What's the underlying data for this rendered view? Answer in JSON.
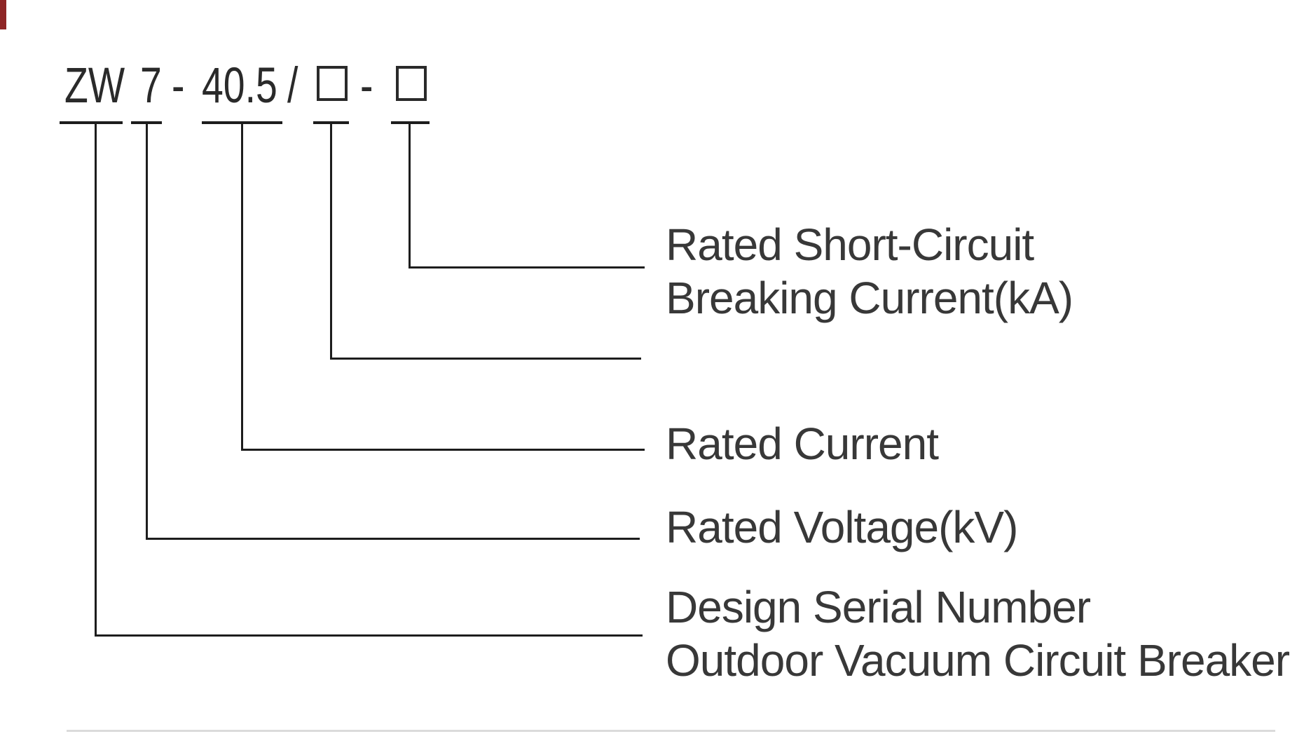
{
  "page": {
    "kind": "model-designation-diagram",
    "background": "#ffffff"
  },
  "colors": {
    "line": "#1d1d1d",
    "model_text": "#2a2a2a",
    "label_text": "#383838",
    "crop_mark_red": "#8e2525",
    "bottom_rule_gray": "#cfcfcf"
  },
  "model_code": {
    "full": "ZW7-40.5/□-□",
    "segments": [
      {
        "text": "ZW"
      },
      {
        "text": "7"
      },
      {
        "text": "-"
      },
      {
        "text": "40.5"
      },
      {
        "text": "/"
      },
      {
        "text": "□"
      },
      {
        "text": "-"
      },
      {
        "text": "□"
      }
    ]
  },
  "callouts": [
    {
      "lines": [
        "Rated Short-Circuit",
        "Breaking Current(kA)"
      ]
    },
    {
      "lines": []
    },
    {
      "lines": [
        "Rated Current"
      ]
    },
    {
      "lines": [
        "Rated Voltage(kV)"
      ]
    },
    {
      "lines": [
        "Design Serial Number",
        "Outdoor Vacuum Circuit Breaker"
      ]
    }
  ]
}
